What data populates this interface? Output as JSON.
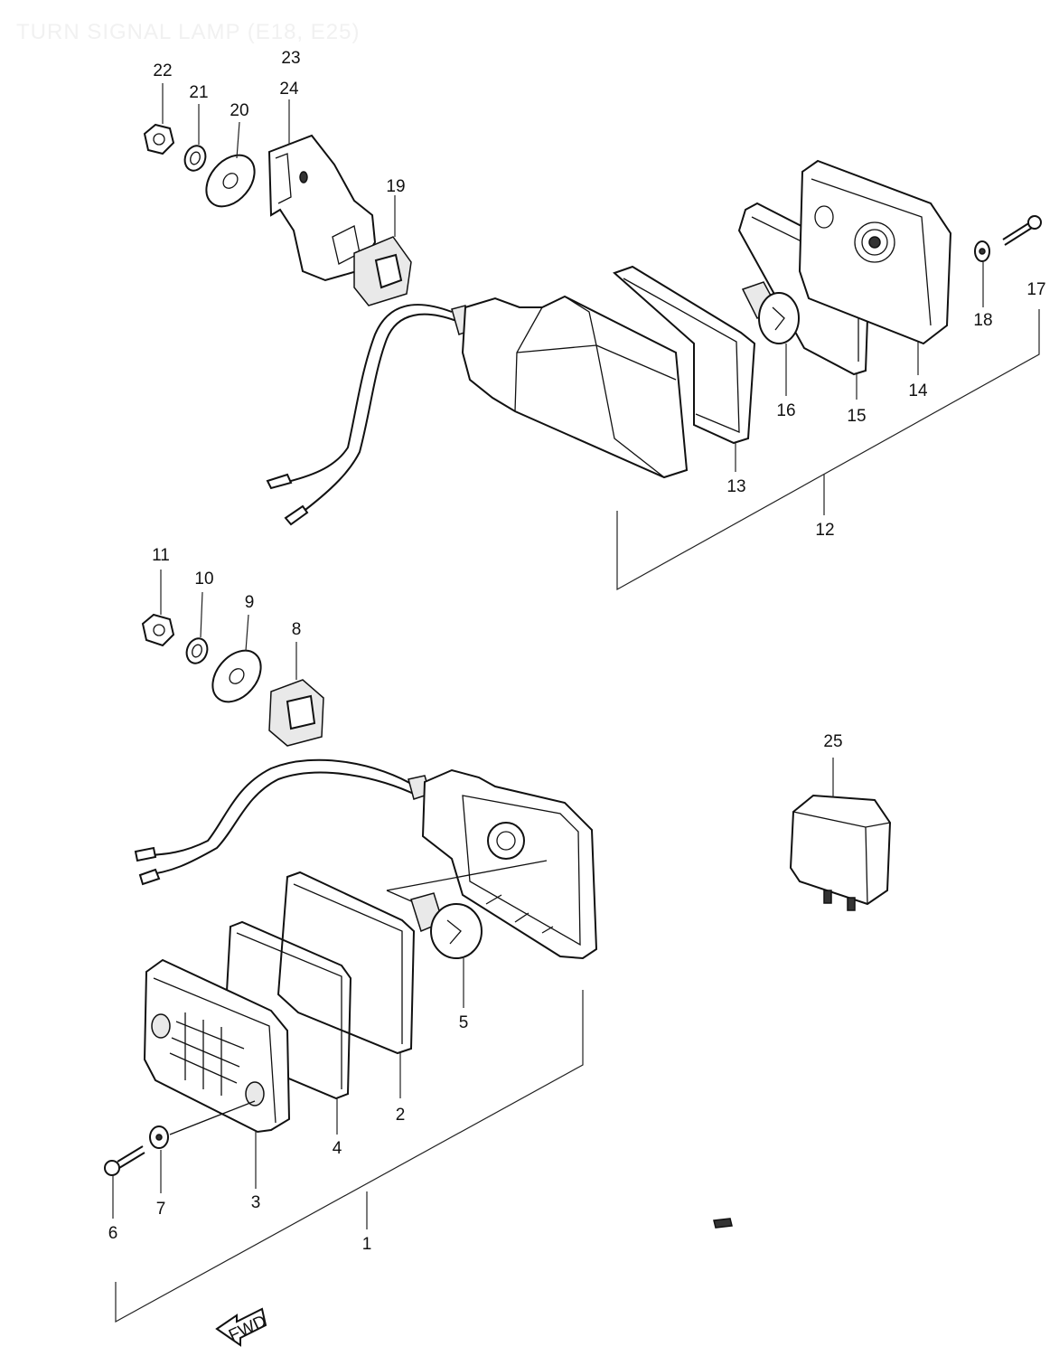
{
  "title": "TURN SIGNAL LAMP (E18, E25)",
  "parts": {
    "p1": "1",
    "p2": "2",
    "p3": "3",
    "p4": "4",
    "p5": "5",
    "p6": "6",
    "p7": "7",
    "p8": "8",
    "p9": "9",
    "p10": "10",
    "p11": "11",
    "p12": "12",
    "p13": "13",
    "p14": "14",
    "p15": "15",
    "p16": "16",
    "p17": "17",
    "p18": "18",
    "p19": "19",
    "p20": "20",
    "p21": "21",
    "p22": "22",
    "p23": "23",
    "p24": "24",
    "p25": "25"
  },
  "front_marker": "FWD"
}
